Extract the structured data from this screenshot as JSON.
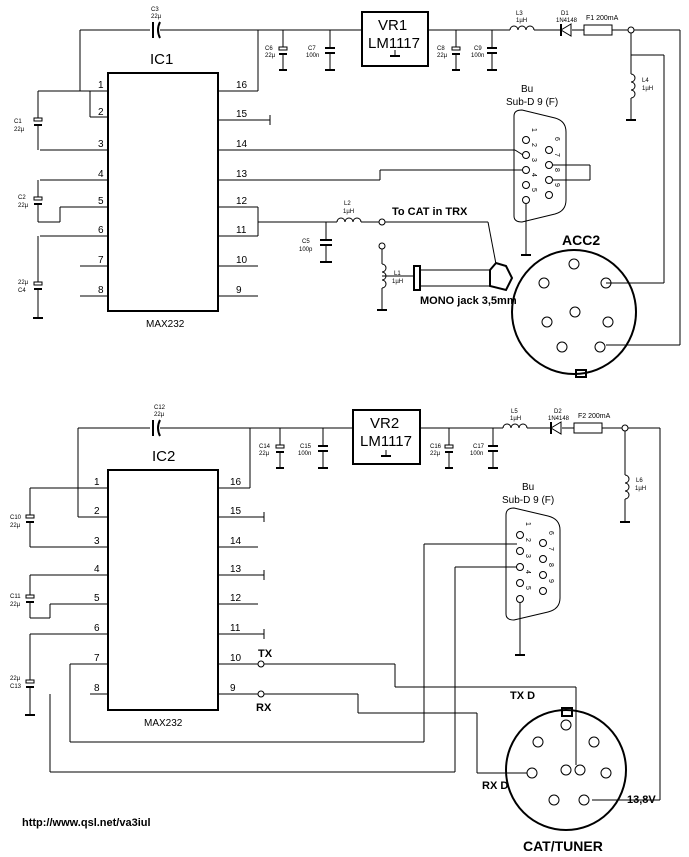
{
  "top": {
    "ic": {
      "name": "IC1",
      "part": "MAX232",
      "left_pins": [
        "1",
        "2",
        "3",
        "4",
        "5",
        "6",
        "7",
        "8"
      ],
      "right_pins": [
        "16",
        "15",
        "14",
        "13",
        "12",
        "11",
        "10",
        "9"
      ]
    },
    "vr": {
      "name": "VR1",
      "part": "LM1117"
    },
    "caps": {
      "c3": [
        "C3",
        "22µ"
      ],
      "c6": [
        "C6",
        "22µ"
      ],
      "c7": [
        "C7",
        "100n"
      ],
      "c8": [
        "C8",
        "22µ"
      ],
      "c9": [
        "C9",
        "100n"
      ],
      "c1": [
        "C1",
        "22µ"
      ],
      "c2": [
        "C2",
        "22µ"
      ],
      "c4": [
        "22µ",
        "C4"
      ],
      "c5": [
        "C5",
        "100p"
      ]
    },
    "inductors": {
      "l3": [
        "L3",
        "1µH"
      ],
      "l4": [
        "L4",
        "1µH"
      ],
      "l2": [
        "L2",
        "1µH"
      ],
      "l1": [
        "L1",
        "1µH"
      ]
    },
    "diode": [
      "D1",
      "1N4148"
    ],
    "fuse": "F1  200mA",
    "sub_d": [
      "Bu",
      "Sub-D 9 (F)"
    ],
    "sub_d_pins": [
      "1",
      "2",
      "3",
      "4",
      "5",
      "6",
      "7",
      "8",
      "9"
    ],
    "to_cat": "To CAT in TRX",
    "mono_jack": "MONO jack 3,5mm",
    "acc": "ACC2"
  },
  "bottom": {
    "ic": {
      "name": "IC2",
      "part": "MAX232",
      "left_pins": [
        "1",
        "2",
        "3",
        "4",
        "5",
        "6",
        "7",
        "8"
      ],
      "right_pins": [
        "16",
        "15",
        "14",
        "13",
        "12",
        "11",
        "10",
        "9"
      ]
    },
    "vr": {
      "name": "VR2",
      "part": "LM1117"
    },
    "caps": {
      "c12": [
        "C12",
        "22µ"
      ],
      "c14": [
        "C14",
        "22µ"
      ],
      "c15": [
        "C15",
        "100n"
      ],
      "c16": [
        "C16",
        "22µ"
      ],
      "c17": [
        "C17",
        "100n"
      ],
      "c10": [
        "C10",
        "22µ"
      ],
      "c11": [
        "C11",
        "22µ"
      ],
      "c13": [
        "22µ",
        "C13"
      ]
    },
    "inductors": {
      "l5": [
        "L5",
        "1µH"
      ],
      "l6": [
        "L6",
        "1µH"
      ]
    },
    "diode": [
      "D2",
      "1N4148"
    ],
    "fuse": "F2  200mA",
    "sub_d": [
      "Bu",
      "Sub-D 9 (F)"
    ],
    "sub_d_pins": [
      "1",
      "2",
      "3",
      "4",
      "5",
      "6",
      "7",
      "8",
      "9"
    ],
    "tx": "TX",
    "rx": "RX",
    "tx_d": "TX D",
    "rx_d": "RX D",
    "v138": "13,8V",
    "cat": "CAT/TUNER"
  },
  "url": "http://www.qsl.net/va3iul"
}
